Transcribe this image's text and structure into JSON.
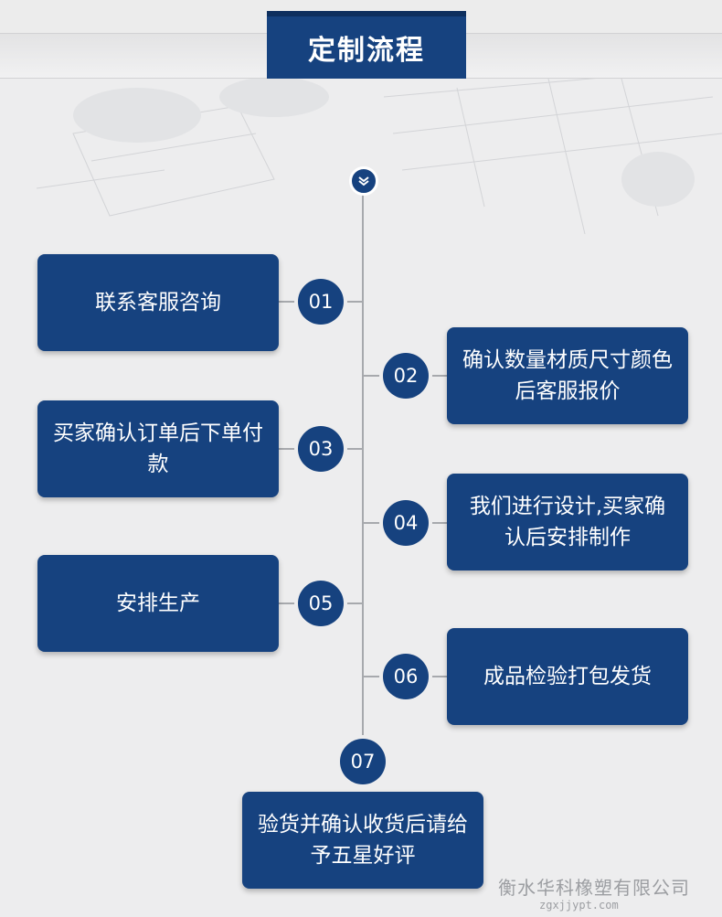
{
  "header": {
    "title": "定制流程"
  },
  "steps": [
    {
      "number": "01",
      "text": "联系客服咨询"
    },
    {
      "number": "02",
      "text": "确认数量材质尺寸颜色后客服报价"
    },
    {
      "number": "03",
      "text": "买家确认订单后下单付款"
    },
    {
      "number": "04",
      "text": "我们进行设计,买家确认后安排制作"
    },
    {
      "number": "05",
      "text": "安排生产"
    },
    {
      "number": "06",
      "text": "成品检验打包发货"
    },
    {
      "number": "07",
      "text": "验货并确认收货后请给予五星好评"
    }
  ],
  "watermark": {
    "company": "衡水华科橡塑有限公司",
    "url": "zgxjjypt.com"
  },
  "colors": {
    "primary": "#16427f",
    "line": "#a7a9ad",
    "background": "#ededee"
  }
}
